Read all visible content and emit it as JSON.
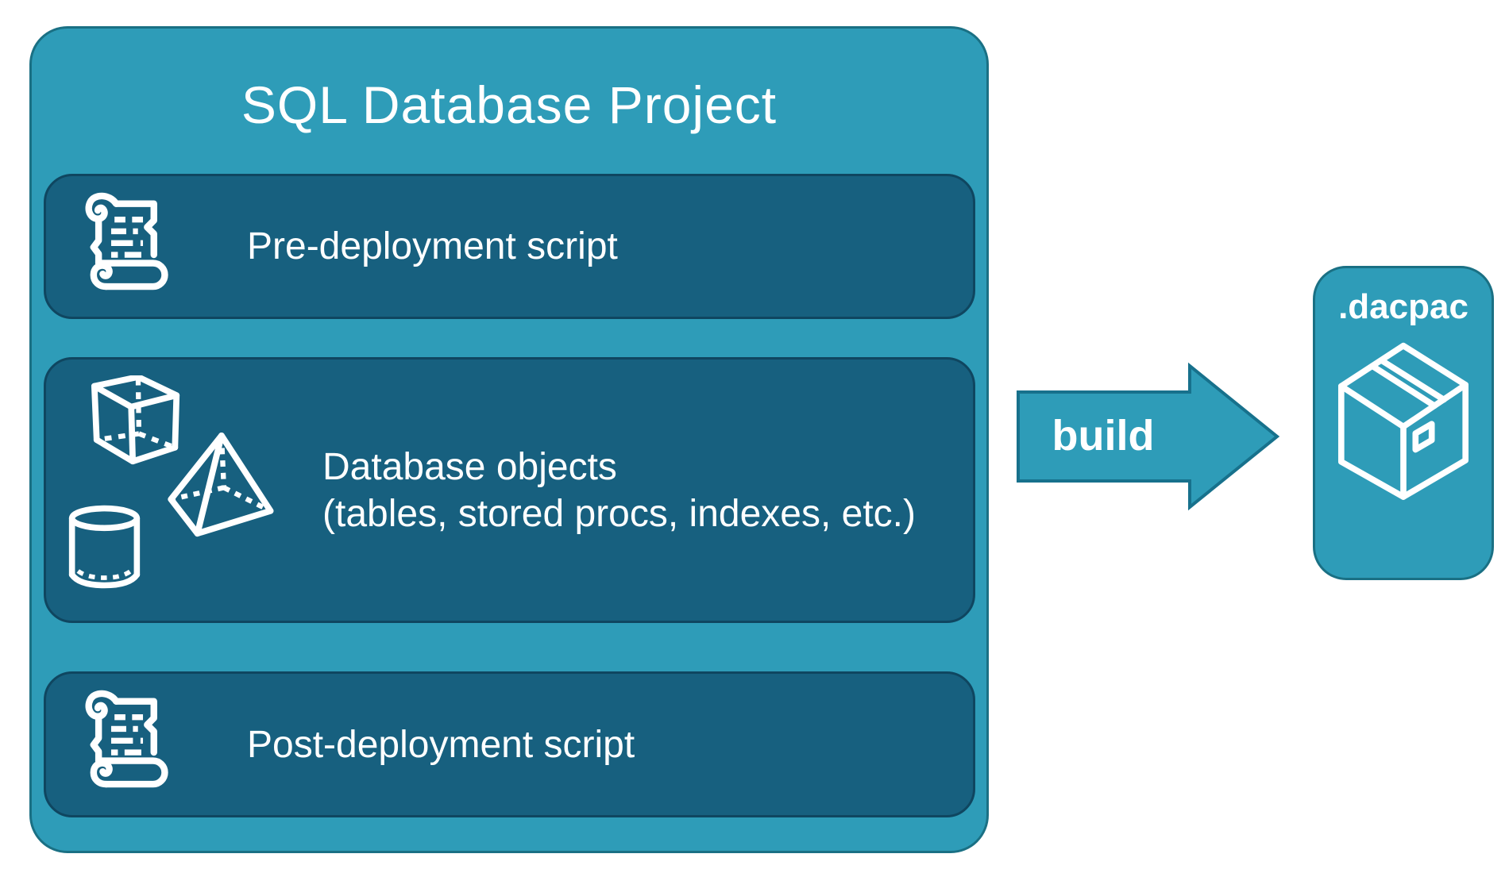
{
  "diagram": {
    "title": "SQL Database Project",
    "rows": [
      {
        "icon": "scroll-icon",
        "label": "Pre-deployment script"
      },
      {
        "icon": "geometric-shapes-icon",
        "lines": [
          "Database objects",
          "(tables, stored procs, indexes, etc.)"
        ]
      },
      {
        "icon": "scroll-icon",
        "label": "Post-deployment script"
      }
    ],
    "arrow_label": "build",
    "output": {
      "label": ".dacpac",
      "icon": "package-icon"
    },
    "colors": {
      "teal": "#2E9CB8",
      "teal_border": "#1A7084",
      "dark_panel": "#17607F",
      "dark_panel_border": "#0F4660",
      "arrow_border": "#17718C",
      "text": "#FFFFFF"
    }
  }
}
